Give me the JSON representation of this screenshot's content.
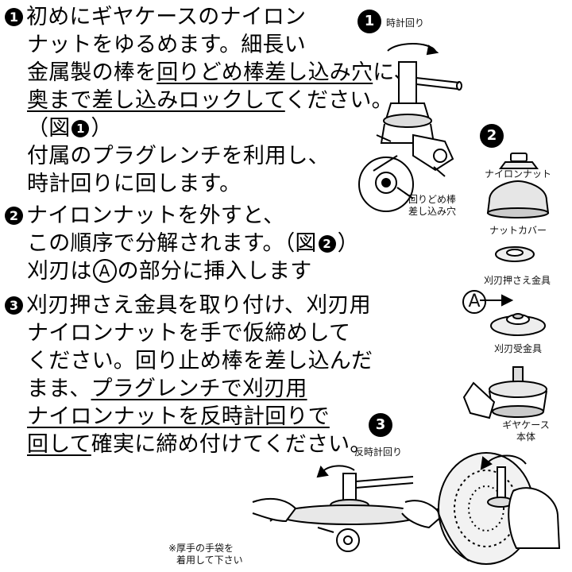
{
  "steps": [
    {
      "number": "1",
      "lines": [
        {
          "parts": [
            {
              "text": "初めにギヤケースのナイロン"
            }
          ]
        },
        {
          "parts": [
            {
              "text": "ナットをゆるめます。細長い"
            }
          ]
        },
        {
          "parts": [
            {
              "text": "金属製の棒を"
            },
            {
              "text": "回りどめ棒差し込み穴",
              "u": true
            },
            {
              "text": "に、"
            }
          ]
        },
        {
          "parts": [
            {
              "text": "奥まで差し込みロックして",
              "u": true
            },
            {
              "text": "ください。"
            }
          ]
        },
        {
          "parts": [
            {
              "text": "（図"
            },
            {
              "badge": "1"
            },
            {
              "text": "）"
            }
          ]
        },
        {
          "parts": [
            {
              "text": "付属のプラグレンチを利用し、"
            }
          ]
        },
        {
          "parts": [
            {
              "text": "時計回りに回します。"
            }
          ]
        }
      ]
    },
    {
      "number": "2",
      "lines": [
        {
          "parts": [
            {
              "text": "ナイロンナットを外すと、"
            }
          ]
        },
        {
          "parts": [
            {
              "text": "この順序で分解されます。（図"
            },
            {
              "badge": "2"
            },
            {
              "text": "）"
            }
          ]
        },
        {
          "parts": [
            {
              "text": "刈刃は"
            },
            {
              "circle": "A"
            },
            {
              "text": "の部分に挿入します"
            }
          ]
        }
      ]
    },
    {
      "number": "3",
      "lines": [
        {
          "parts": [
            {
              "text": "刈刃押さえ金具を取り付け、刈刃用"
            }
          ]
        },
        {
          "parts": [
            {
              "text": "ナイロンナットを手で仮締めして"
            }
          ]
        },
        {
          "parts": [
            {
              "text": "ください。回り止め棒を差し込んだ"
            }
          ]
        },
        {
          "parts": [
            {
              "text": "まま、"
            },
            {
              "text": "プラグレンチで刈刃用",
              "u": true
            }
          ]
        },
        {
          "parts": [
            {
              "text": "ナイロンナットを反時計回りで",
              "u": true
            }
          ]
        },
        {
          "parts": [
            {
              "text": "回して",
              "u": true
            },
            {
              "text": "確実に締め付けてください。"
            }
          ]
        }
      ]
    }
  ],
  "figures": {
    "fig1": {
      "number": "1",
      "rotation_label": "時計回り",
      "hole_label_1": "回りどめ棒",
      "hole_label_2": "差し込み穴"
    },
    "fig2": {
      "number": "2",
      "parts": [
        "ナイロンナット",
        "ナットカバー",
        "刈刃押さえ金具",
        "刈刃受金具"
      ],
      "case_label_1": "ギヤケース",
      "case_label_2": "本体",
      "arrow_letter": "A"
    },
    "fig3": {
      "number": "3",
      "rotation_label": "反時計回り",
      "glove_note_1": "※厚手の手袋を",
      "glove_note_2": "着用して下さい"
    }
  }
}
